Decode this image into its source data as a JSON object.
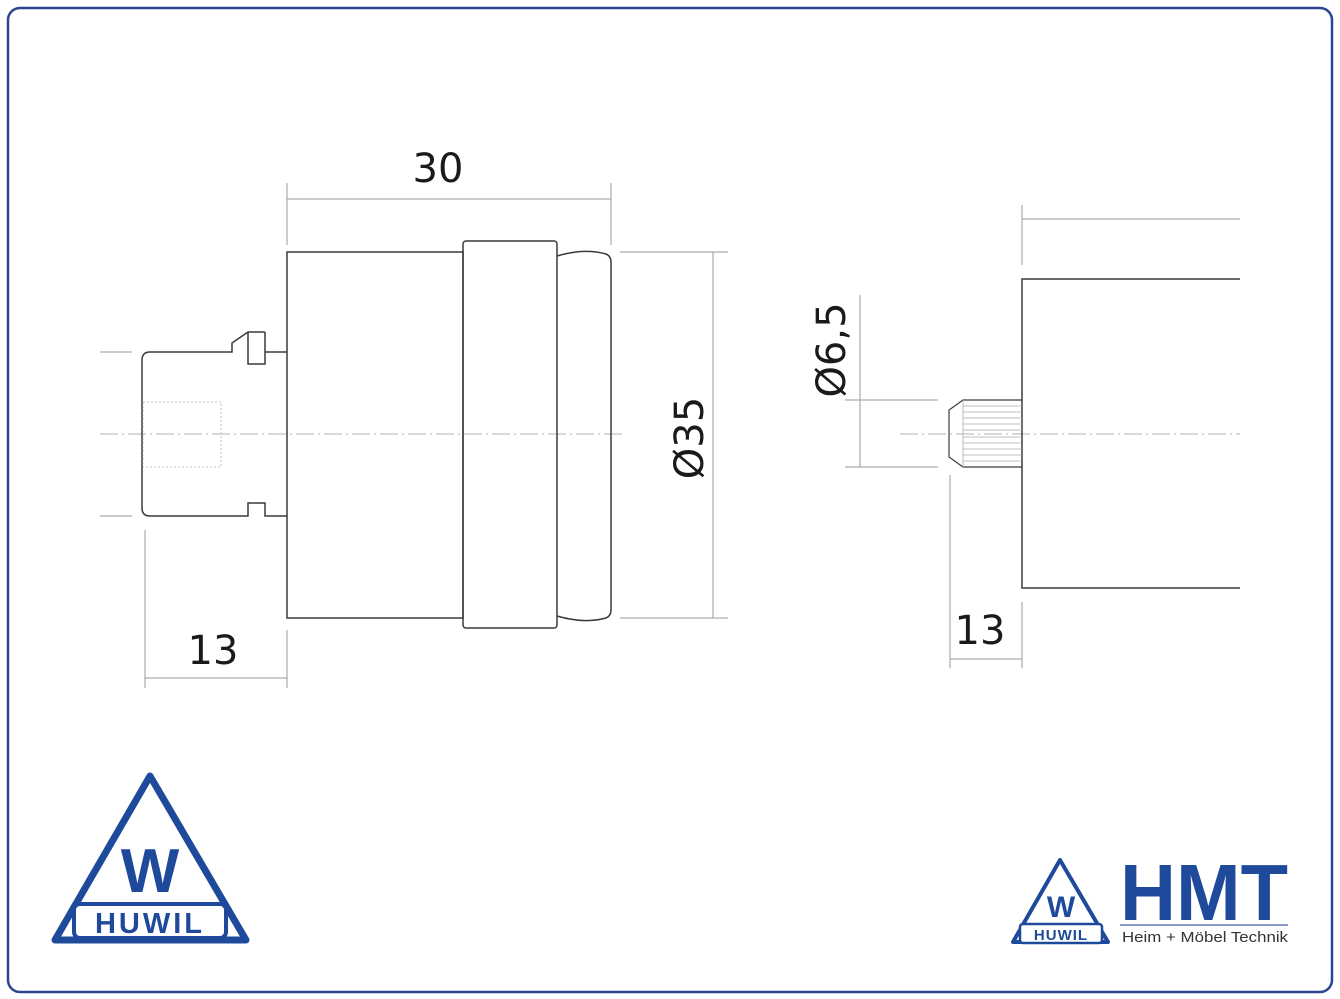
{
  "drawing": {
    "dimensions": {
      "length_top": "30",
      "diameter_body": "Ø35",
      "plug_length": "13",
      "pin_diameter": "Ø6,5",
      "pin_length": "13"
    }
  },
  "logos": {
    "huwil_large": {
      "letter": "W",
      "name": "HUWIL"
    },
    "huwil_small": {
      "letter": "W",
      "name": "HUWIL"
    },
    "hmt": {
      "title": "HMT",
      "subtitle": "Heim + Möbel Technik"
    }
  },
  "colors": {
    "brand_blue": "#1f4a9c",
    "frame": "#2c4592"
  }
}
